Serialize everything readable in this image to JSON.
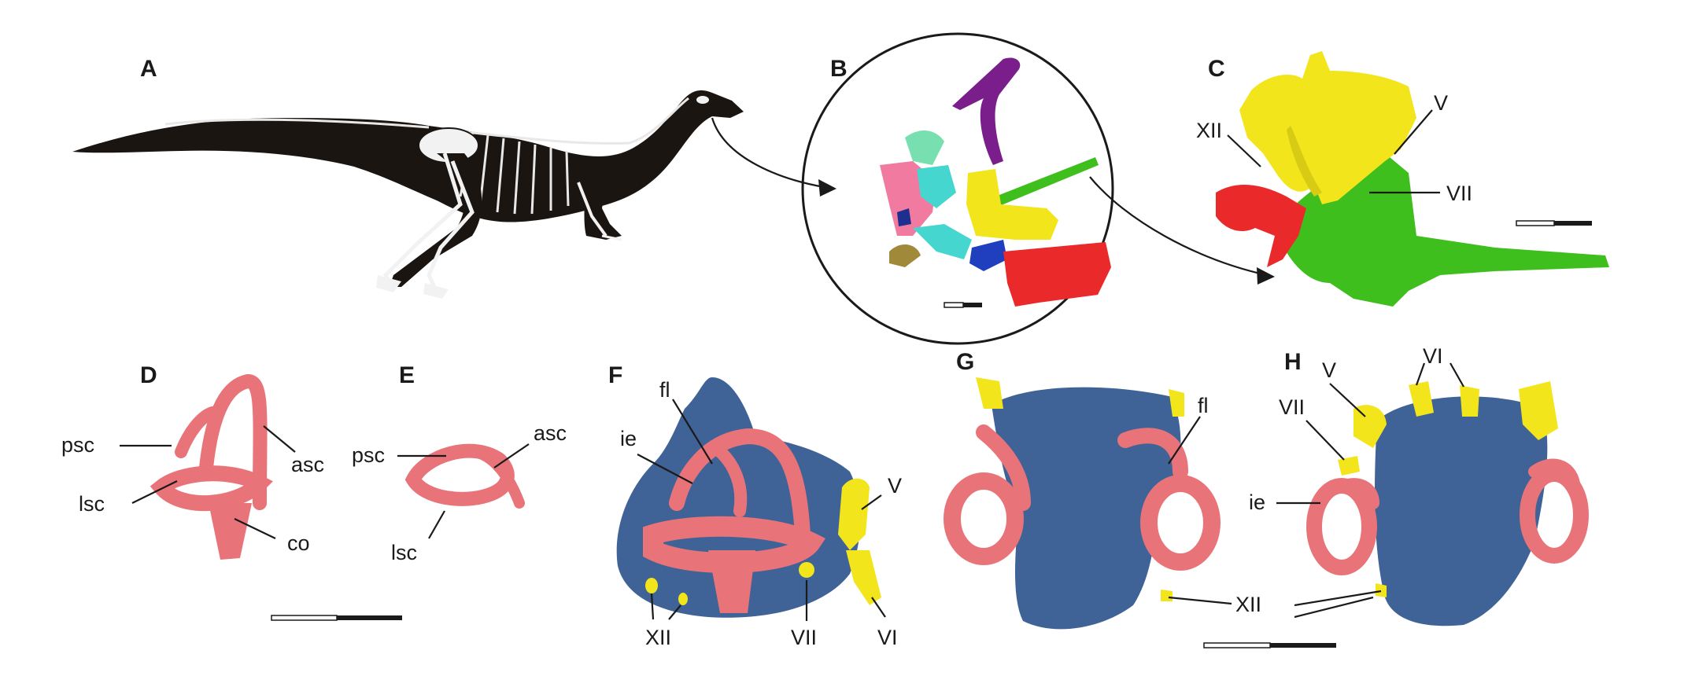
{
  "figure": {
    "panels": [
      "A",
      "B",
      "C",
      "D",
      "E",
      "F",
      "G",
      "H"
    ],
    "labels": {
      "c_xii": "XII",
      "c_v": "V",
      "c_vii": "VII",
      "d_psc": "psc",
      "d_asc": "asc",
      "d_lsc": "lsc",
      "d_co": "co",
      "e_psc": "psc",
      "e_asc": "asc",
      "e_lsc": "lsc",
      "f_fl": "fl",
      "f_ie": "ie",
      "f_v": "V",
      "f_xii": "XII",
      "f_vii": "VII",
      "f_vi": "VI",
      "g_fl": "fl",
      "gh_xii": "XII",
      "h_v": "V",
      "h_vi": "VI",
      "h_vii": "VII",
      "h_ie": "ie"
    },
    "colors": {
      "labyrinth": "#e8747a",
      "braincase": "#3f6397",
      "nerve": "#f2e51c",
      "silhouette": "#1b1512",
      "bone_red": "#ea2a2a",
      "bone_green": "#3fbf1e",
      "bone_purple": "#7a1e8c",
      "bone_cyan": "#45d7cf",
      "bone_blue": "#1f3fbf",
      "bone_pink": "#f07aa0",
      "bone_olive": "#a08a3a",
      "bone_mint": "#78e0b0"
    }
  }
}
